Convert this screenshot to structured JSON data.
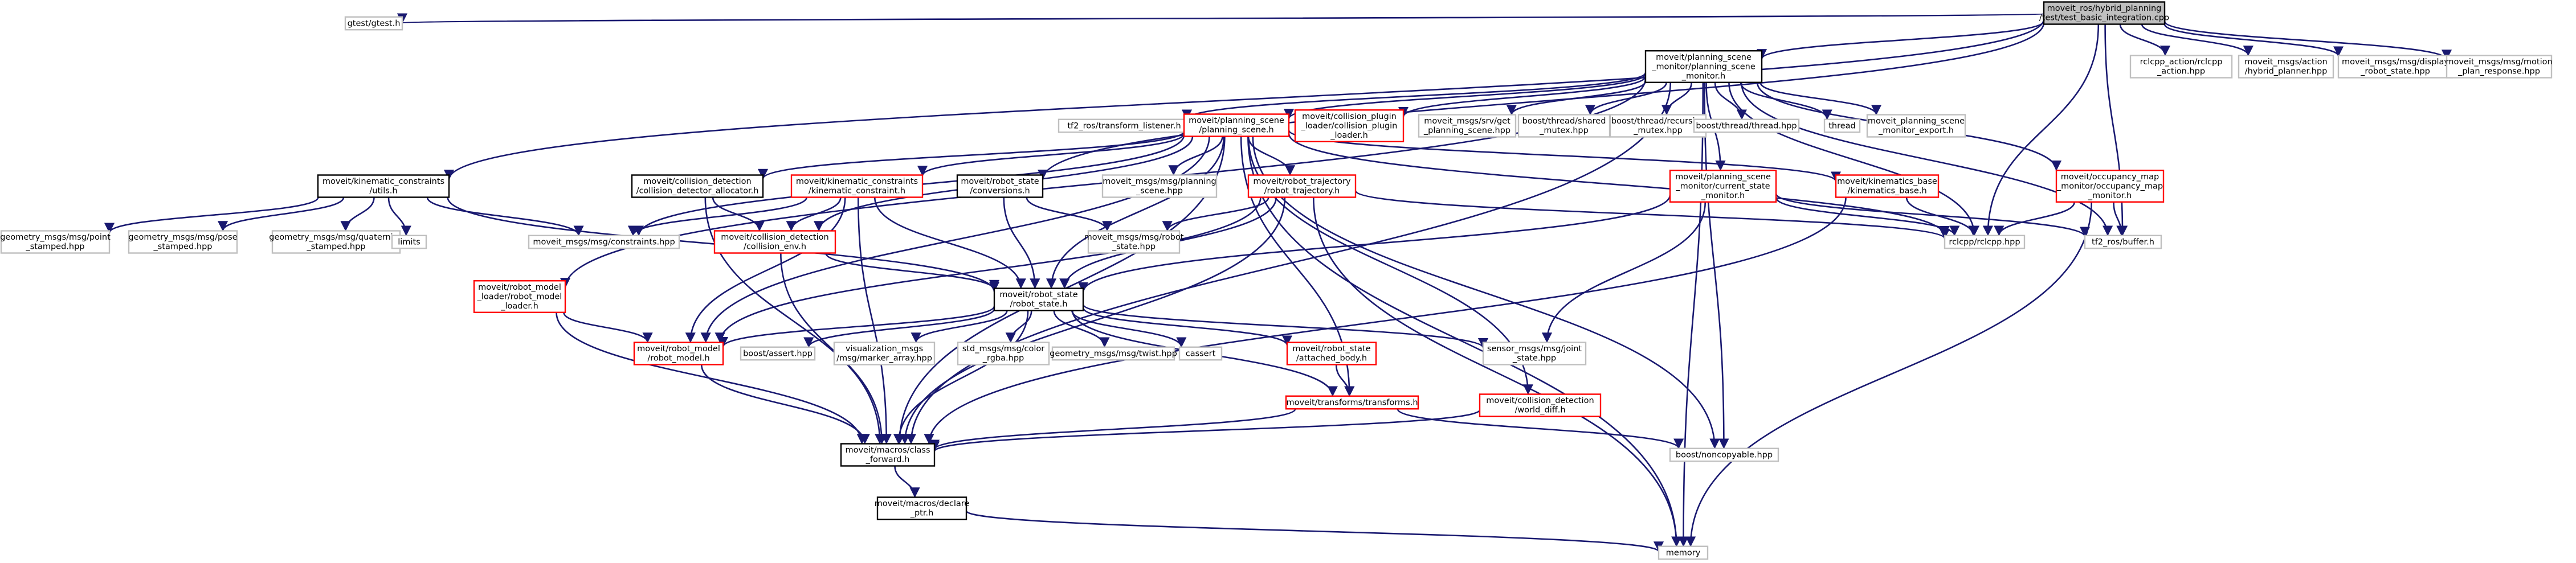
{
  "colors": {
    "background": "#ffffff",
    "edge": "#191970",
    "root_fill": "#bfbfbf",
    "root_border": "#000000",
    "documented_border": "#000000",
    "red_border": "#ff0000",
    "external_border": "#bfbfbf",
    "text": "#000000"
  },
  "graph": {
    "nodes": [
      {
        "id": "root",
        "lines": [
          "moveit_ros/hybrid_planning",
          "/test/test_basic_integration.cpp"
        ],
        "style": "root"
      },
      {
        "id": "gtest",
        "lines": [
          "gtest/gtest.h"
        ],
        "style": "external"
      },
      {
        "id": "psm",
        "lines": [
          "moveit/planning_scene",
          "_monitor/planning_scene",
          "_monitor.h"
        ],
        "style": "documented"
      },
      {
        "id": "rclcpp_action",
        "lines": [
          "rclcpp_action/rclcpp",
          "_action.hpp"
        ],
        "style": "external"
      },
      {
        "id": "msg_hybrid",
        "lines": [
          "moveit_msgs/action",
          "/hybrid_planner.hpp"
        ],
        "style": "external"
      },
      {
        "id": "msg_display",
        "lines": [
          "moveit_msgs/msg/display",
          "_robot_state.hpp"
        ],
        "style": "external"
      },
      {
        "id": "msg_motion",
        "lines": [
          "moveit_msgs/msg/motion",
          "_plan_response.hpp"
        ],
        "style": "external"
      },
      {
        "id": "tf2_listener",
        "lines": [
          "tf2_ros/transform_listener.h"
        ],
        "style": "external"
      },
      {
        "id": "planning_scene",
        "lines": [
          "moveit/planning_scene",
          "/planning_scene.h"
        ],
        "style": "red"
      },
      {
        "id": "collision_plugin",
        "lines": [
          "moveit/collision_plugin",
          "_loader/collision_plugin",
          "_loader.h"
        ],
        "style": "red"
      },
      {
        "id": "srv_get_ps",
        "lines": [
          "moveit_msgs/srv/get",
          "_planning_scene.hpp"
        ],
        "style": "external"
      },
      {
        "id": "shared_mutex",
        "lines": [
          "boost/thread/shared",
          "_mutex.hpp"
        ],
        "style": "external"
      },
      {
        "id": "recursive_mutex",
        "lines": [
          "boost/thread/recursive",
          "_mutex.hpp"
        ],
        "style": "external"
      },
      {
        "id": "boost_thread",
        "lines": [
          "boost/thread/thread.hpp"
        ],
        "style": "external"
      },
      {
        "id": "thread",
        "lines": [
          "thread"
        ],
        "style": "external"
      },
      {
        "id": "psm_export",
        "lines": [
          "moveit_planning_scene",
          "_monitor_export.h"
        ],
        "style": "external"
      },
      {
        "id": "kin_constraints_utils",
        "lines": [
          "moveit/kinematic_constraints",
          "/utils.h"
        ],
        "style": "documented"
      },
      {
        "id": "collision_alloc",
        "lines": [
          "moveit/collision_detection",
          "/collision_detector_allocator.h"
        ],
        "style": "documented"
      },
      {
        "id": "kin_constraint",
        "lines": [
          "moveit/kinematic_constraints",
          "/kinematic_constraint.h"
        ],
        "style": "red"
      },
      {
        "id": "rs_conversions",
        "lines": [
          "moveit/robot_state",
          "/conversions.h"
        ],
        "style": "documented"
      },
      {
        "id": "msg_planning_scene",
        "lines": [
          "moveit_msgs/msg/planning",
          "_scene.hpp"
        ],
        "style": "external"
      },
      {
        "id": "robot_trajectory",
        "lines": [
          "moveit/robot_trajectory",
          "/robot_trajectory.h"
        ],
        "style": "red"
      },
      {
        "id": "current_state_monitor",
        "lines": [
          "moveit/planning_scene",
          "_monitor/current_state",
          "_monitor.h"
        ],
        "style": "red"
      },
      {
        "id": "kinematics_base",
        "lines": [
          "moveit/kinematics_base",
          "/kinematics_base.h"
        ],
        "style": "red"
      },
      {
        "id": "occupancy_map",
        "lines": [
          "moveit/occupancy_map",
          "_monitor/occupancy_map",
          "_monitor.h"
        ],
        "style": "red"
      },
      {
        "id": "point_stamped",
        "lines": [
          "geometry_msgs/msg/point",
          "_stamped.hpp"
        ],
        "style": "external"
      },
      {
        "id": "pose_stamped",
        "lines": [
          "geometry_msgs/msg/pose",
          "_stamped.hpp"
        ],
        "style": "external"
      },
      {
        "id": "quaternion_stamped",
        "lines": [
          "geometry_msgs/msg/quaternion",
          "_stamped.hpp"
        ],
        "style": "external"
      },
      {
        "id": "limits",
        "lines": [
          "limits"
        ],
        "style": "external"
      },
      {
        "id": "msg_constraints",
        "lines": [
          "moveit_msgs/msg/constraints.hpp"
        ],
        "style": "external"
      },
      {
        "id": "collision_env",
        "lines": [
          "moveit/collision_detection",
          "/collision_env.h"
        ],
        "style": "red"
      },
      {
        "id": "msg_robot_state",
        "lines": [
          "moveit_msgs/msg/robot",
          "_state.hpp"
        ],
        "style": "external"
      },
      {
        "id": "rclcpp",
        "lines": [
          "rclcpp/rclcpp.hpp"
        ],
        "style": "external"
      },
      {
        "id": "tf2_buffer",
        "lines": [
          "tf2_ros/buffer.h"
        ],
        "style": "external"
      },
      {
        "id": "robot_model_loader",
        "lines": [
          "moveit/robot_model",
          "_loader/robot_model",
          "_loader.h"
        ],
        "style": "red"
      },
      {
        "id": "robot_state",
        "lines": [
          "moveit/robot_state",
          "/robot_state.h"
        ],
        "style": "documented"
      },
      {
        "id": "robot_model",
        "lines": [
          "moveit/robot_model",
          "/robot_model.h"
        ],
        "style": "red"
      },
      {
        "id": "boost_assert",
        "lines": [
          "boost/assert.hpp"
        ],
        "style": "external"
      },
      {
        "id": "marker_array",
        "lines": [
          "visualization_msgs",
          "/msg/marker_array.hpp"
        ],
        "style": "external"
      },
      {
        "id": "color_rgba",
        "lines": [
          "std_msgs/msg/color",
          "_rgba.hpp"
        ],
        "style": "external"
      },
      {
        "id": "twist",
        "lines": [
          "geometry_msgs/msg/twist.hpp"
        ],
        "style": "external"
      },
      {
        "id": "cassert",
        "lines": [
          "cassert"
        ],
        "style": "external"
      },
      {
        "id": "attached_body",
        "lines": [
          "moveit/robot_state",
          "/attached_body.h"
        ],
        "style": "red"
      },
      {
        "id": "joint_state",
        "lines": [
          "sensor_msgs/msg/joint",
          "_state.hpp"
        ],
        "style": "external"
      },
      {
        "id": "transforms",
        "lines": [
          "moveit/transforms/transforms.h"
        ],
        "style": "red"
      },
      {
        "id": "world_diff",
        "lines": [
          "moveit/collision_detection",
          "/world_diff.h"
        ],
        "style": "red"
      },
      {
        "id": "class_forward",
        "lines": [
          "moveit/macros/class",
          "_forward.h"
        ],
        "style": "documented"
      },
      {
        "id": "noncopyable",
        "lines": [
          "boost/noncopyable.hpp"
        ],
        "style": "external"
      },
      {
        "id": "declare_ptr",
        "lines": [
          "moveit/macros/declare",
          "_ptr.h"
        ],
        "style": "documented"
      },
      {
        "id": "memory",
        "lines": [
          "memory"
        ],
        "style": "external"
      }
    ],
    "edges": [
      [
        "root",
        "gtest"
      ],
      [
        "root",
        "psm"
      ],
      [
        "root",
        "rclcpp_action"
      ],
      [
        "root",
        "msg_hybrid"
      ],
      [
        "root",
        "msg_display"
      ],
      [
        "root",
        "msg_motion"
      ],
      [
        "root",
        "kin_constraints_utils"
      ],
      [
        "root",
        "rs_conversions"
      ],
      [
        "root",
        "rclcpp"
      ],
      [
        "root",
        "tf2_buffer"
      ],
      [
        "psm",
        "tf2_listener"
      ],
      [
        "psm",
        "planning_scene"
      ],
      [
        "psm",
        "collision_plugin"
      ],
      [
        "psm",
        "srv_get_ps"
      ],
      [
        "psm",
        "shared_mutex"
      ],
      [
        "psm",
        "recursive_mutex"
      ],
      [
        "psm",
        "boost_thread"
      ],
      [
        "psm",
        "thread"
      ],
      [
        "psm",
        "psm_export"
      ],
      [
        "psm",
        "current_state_monitor"
      ],
      [
        "psm",
        "occupancy_map"
      ],
      [
        "psm",
        "robot_model_loader"
      ],
      [
        "psm",
        "class_forward"
      ],
      [
        "psm",
        "rclcpp"
      ],
      [
        "psm",
        "tf2_buffer"
      ],
      [
        "psm",
        "memory"
      ],
      [
        "psm",
        "noncopyable"
      ],
      [
        "planning_scene",
        "collision_alloc"
      ],
      [
        "planning_scene",
        "kin_constraint"
      ],
      [
        "planning_scene",
        "msg_planning_scene"
      ],
      [
        "planning_scene",
        "robot_trajectory"
      ],
      [
        "planning_scene",
        "kinematics_base"
      ],
      [
        "planning_scene",
        "msg_constraints"
      ],
      [
        "planning_scene",
        "collision_env"
      ],
      [
        "planning_scene",
        "robot_state"
      ],
      [
        "planning_scene",
        "robot_model"
      ],
      [
        "planning_scene",
        "transforms"
      ],
      [
        "planning_scene",
        "world_diff"
      ],
      [
        "planning_scene",
        "class_forward"
      ],
      [
        "planning_scene",
        "rclcpp"
      ],
      [
        "planning_scene",
        "memory"
      ],
      [
        "planning_scene",
        "noncopyable"
      ],
      [
        "collision_alloc",
        "collision_env"
      ],
      [
        "collision_alloc",
        "class_forward"
      ],
      [
        "kin_constraint",
        "collision_env"
      ],
      [
        "kin_constraint",
        "robot_state"
      ],
      [
        "kin_constraint",
        "robot_model"
      ],
      [
        "kin_constraint",
        "class_forward"
      ],
      [
        "kin_constraint",
        "msg_constraints"
      ],
      [
        "rs_conversions",
        "robot_state"
      ],
      [
        "rs_conversions",
        "msg_robot_state"
      ],
      [
        "robot_trajectory",
        "robot_state"
      ],
      [
        "robot_trajectory",
        "msg_robot_state"
      ],
      [
        "robot_trajectory",
        "robot_model"
      ],
      [
        "robot_trajectory",
        "class_forward"
      ],
      [
        "robot_trajectory",
        "memory"
      ],
      [
        "robot_trajectory",
        "rclcpp"
      ],
      [
        "current_state_monitor",
        "robot_state"
      ],
      [
        "current_state_monitor",
        "rclcpp"
      ],
      [
        "current_state_monitor",
        "tf2_buffer"
      ],
      [
        "current_state_monitor",
        "joint_state"
      ],
      [
        "kinematics_base",
        "rclcpp"
      ],
      [
        "kinematics_base",
        "class_forward"
      ],
      [
        "occupancy_map",
        "rclcpp"
      ],
      [
        "occupancy_map",
        "tf2_buffer"
      ],
      [
        "occupancy_map",
        "memory"
      ],
      [
        "kin_constraints_utils",
        "point_stamped"
      ],
      [
        "kin_constraints_utils",
        "pose_stamped"
      ],
      [
        "kin_constraints_utils",
        "quaternion_stamped"
      ],
      [
        "kin_constraints_utils",
        "limits"
      ],
      [
        "kin_constraints_utils",
        "msg_constraints"
      ],
      [
        "kin_constraints_utils",
        "robot_state"
      ],
      [
        "collision_env",
        "robot_state"
      ],
      [
        "collision_env",
        "class_forward"
      ],
      [
        "robot_model_loader",
        "robot_model"
      ],
      [
        "robot_model_loader",
        "class_forward"
      ],
      [
        "robot_state",
        "robot_model"
      ],
      [
        "robot_state",
        "boost_assert"
      ],
      [
        "robot_state",
        "marker_array"
      ],
      [
        "robot_state",
        "color_rgba"
      ],
      [
        "robot_state",
        "twist"
      ],
      [
        "robot_state",
        "cassert"
      ],
      [
        "robot_state",
        "attached_body"
      ],
      [
        "robot_state",
        "transforms"
      ],
      [
        "robot_state",
        "joint_state"
      ],
      [
        "robot_state",
        "class_forward"
      ],
      [
        "robot_model",
        "class_forward"
      ],
      [
        "attached_body",
        "transforms"
      ],
      [
        "transforms",
        "class_forward"
      ],
      [
        "transforms",
        "noncopyable"
      ],
      [
        "world_diff",
        "class_forward"
      ],
      [
        "class_forward",
        "declare_ptr"
      ],
      [
        "declare_ptr",
        "memory"
      ]
    ]
  }
}
